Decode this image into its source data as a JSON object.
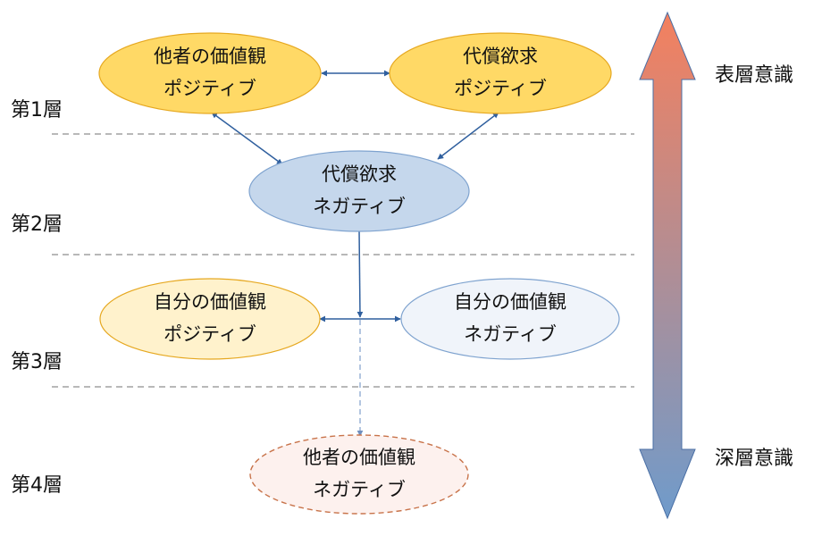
{
  "layers": [
    {
      "id": "layer-1",
      "label": "第1層"
    },
    {
      "id": "layer-2",
      "label": "第2層"
    },
    {
      "id": "layer-3",
      "label": "第3層"
    },
    {
      "id": "layer-4",
      "label": "第4層"
    }
  ],
  "nodes": [
    {
      "id": "others-values-positive",
      "line1": "他者の価値観",
      "line2": "ポジティブ",
      "layer": 1,
      "style": "solid",
      "fill": "#FFD966",
      "stroke": "#E6A820"
    },
    {
      "id": "compensation-desire-positive",
      "line1": "代償欲求",
      "line2": "ポジティブ",
      "layer": 1,
      "style": "solid",
      "fill": "#FFD966",
      "stroke": "#E6A820"
    },
    {
      "id": "compensation-desire-negative",
      "line1": "代償欲求",
      "line2": "ネガティブ",
      "layer": 2,
      "style": "solid",
      "fill": "#C5D7EC",
      "stroke": "#7FA3CF"
    },
    {
      "id": "own-values-positive",
      "line1": "自分の価値観",
      "line2": "ポジティブ",
      "layer": 3,
      "style": "solid",
      "fill": "#FFF2CC",
      "stroke": "#E6A820"
    },
    {
      "id": "own-values-negative",
      "line1": "自分の価値観",
      "line2": "ネガティブ",
      "layer": 3,
      "style": "solid",
      "fill": "#F0F4FA",
      "stroke": "#7FA3CF"
    },
    {
      "id": "others-values-negative",
      "line1": "他者の価値観",
      "line2": "ネガティブ",
      "layer": 4,
      "style": "dashed",
      "fill": "#FDF1EE",
      "stroke": "#C8734A"
    }
  ],
  "edges": [
    {
      "from": "others-values-positive",
      "to": "compensation-desire-positive",
      "direction": "both",
      "style": "solid"
    },
    {
      "from": "others-values-positive",
      "to": "compensation-desire-negative",
      "direction": "both",
      "style": "solid"
    },
    {
      "from": "compensation-desire-positive",
      "to": "compensation-desire-negative",
      "direction": "both",
      "style": "solid"
    },
    {
      "from": "compensation-desire-negative",
      "to": "junction",
      "direction": "forward",
      "style": "solid"
    },
    {
      "from": "own-values-positive",
      "to": "own-values-negative",
      "direction": "both",
      "style": "solid"
    },
    {
      "from": "junction",
      "to": "others-values-negative",
      "direction": "forward",
      "style": "dashed"
    }
  ],
  "consciousness_axis": {
    "top_label": "表層意識",
    "bottom_label": "深層意識",
    "top_color": "#F4805E",
    "bottom_color": "#6F9BCB"
  },
  "colors": {
    "edge": "#2F5F9E",
    "edge_dashed": "#6F8FBF",
    "divider": "#A0A0A0"
  }
}
